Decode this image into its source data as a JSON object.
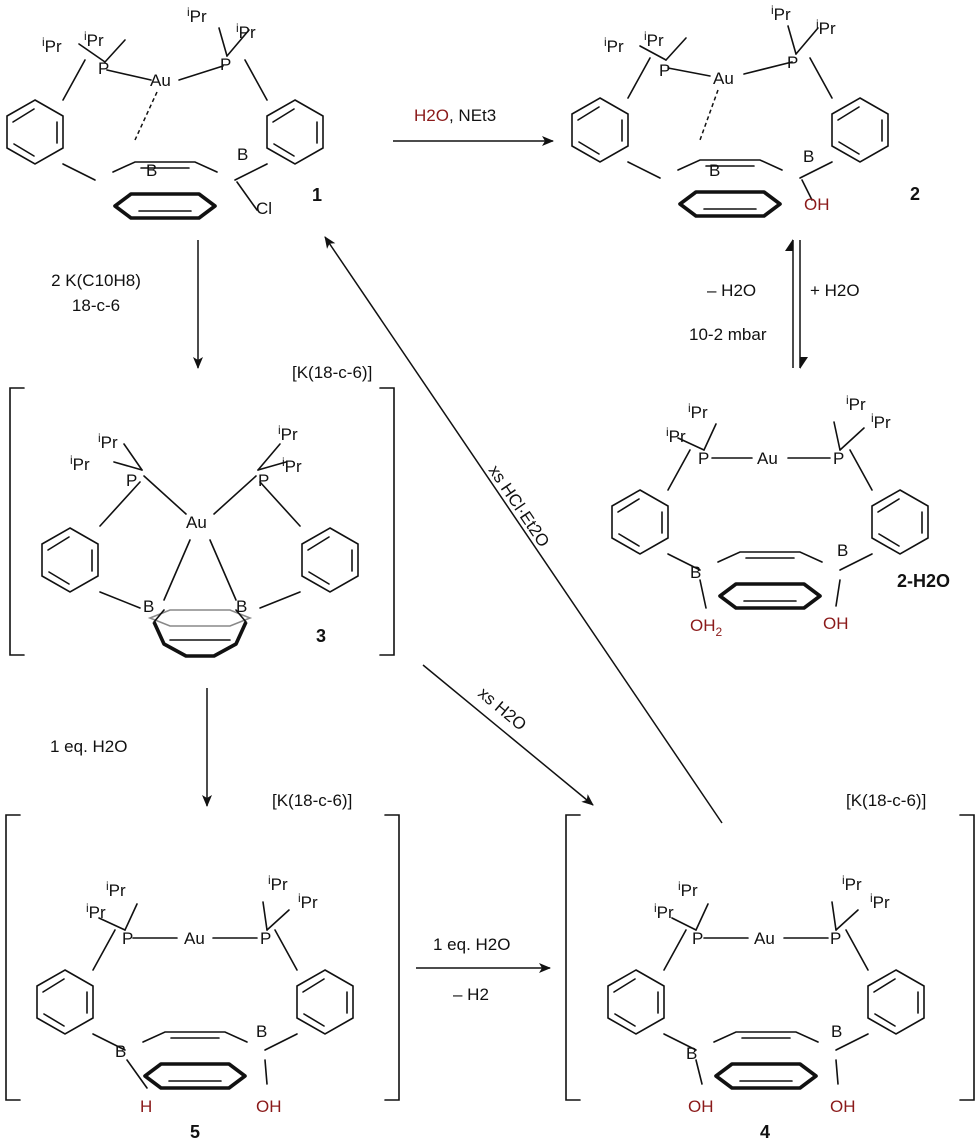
{
  "colors": {
    "text": "#111111",
    "water": "#8b1a1a",
    "grey_bond": "#888888"
  },
  "atoms": {
    "au": "Au",
    "p": "P",
    "b": "B",
    "cl": "Cl",
    "oh": "OH",
    "oh2_main": "OH",
    "oh2_sub": "2",
    "h": "H",
    "ipr_sup": "i",
    "ipr_text": "Pr"
  },
  "compounds": {
    "c1": "1",
    "c2": "2",
    "c2h2o": "2-H2O",
    "c3": "3",
    "c4": "4",
    "c5": "5"
  },
  "counterion": "[K(18-c-6)]",
  "arrows": {
    "a_1_2": {
      "reagent_red": "H2O",
      "reagent_black": ", NEt3"
    },
    "a_1_3": {
      "line1": "2 K(C10H8)",
      "line2": "18-c-6"
    },
    "a_2_eq": {
      "minus_water": "– H2O",
      "plus_water": "+ H2O",
      "vacuum": "10-2 mbar"
    },
    "a_4_1": {
      "label": "xs HCl·Et2O"
    },
    "a_3_4": {
      "label": "xs H2O"
    },
    "a_3_5": {
      "label": "1 eq. H2O"
    },
    "a_5_4": {
      "top": "1 eq. H2O",
      "bottom": "– H2"
    }
  }
}
